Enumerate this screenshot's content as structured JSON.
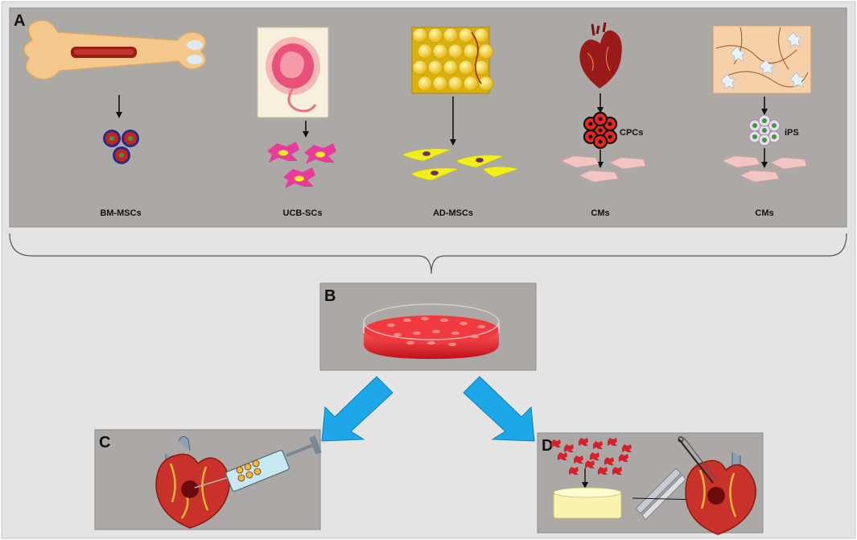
{
  "panels": {
    "a": {
      "letter": "A"
    },
    "b": {
      "letter": "B"
    },
    "c": {
      "letter": "C"
    },
    "d": {
      "letter": "D"
    }
  },
  "sources": [
    {
      "label": "BM-MSCs"
    },
    {
      "label": "UCB-SCs"
    },
    {
      "label": "AD-MSCs"
    },
    {
      "label": "CMs",
      "intermediate": "CPCs"
    },
    {
      "label": "CMs",
      "intermediate": "iPS"
    }
  ],
  "colors": {
    "outer_frame": "#e4e4e4",
    "panel_fill": "#aca8a5",
    "arrow_blue": "#1ba7e8",
    "heart_red": "#c8322a",
    "dish_red": "#e8202a",
    "cell_pink": "#e83c9a",
    "cell_yellow": "#f2ee1a",
    "cm_pink": "#f2c4c4"
  }
}
